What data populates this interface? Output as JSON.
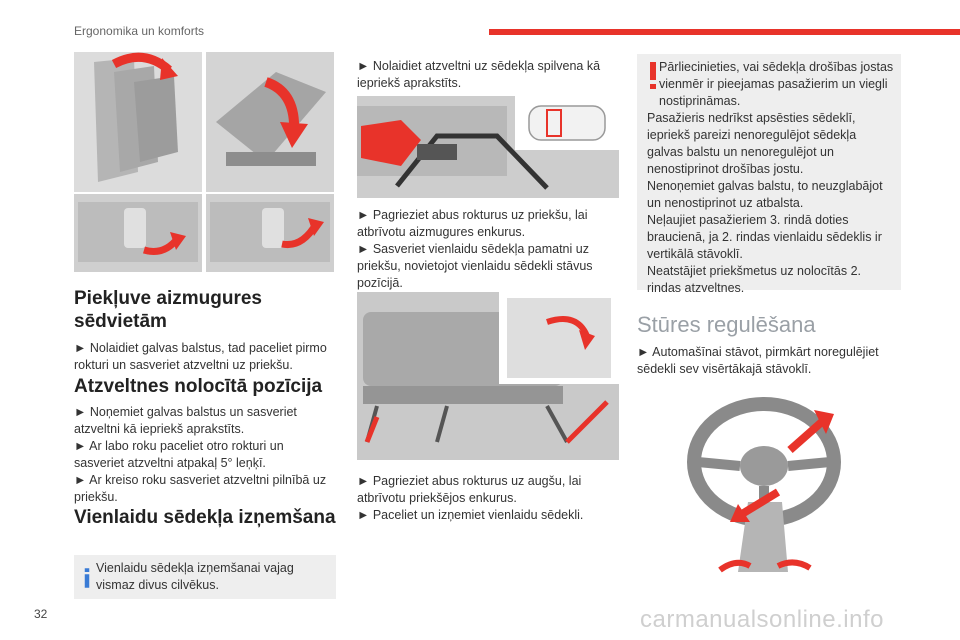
{
  "header": {
    "title": "Ergonomika un komforts"
  },
  "page_number": "32",
  "section_access": {
    "heading": "Piekļuve aizmugures sēdvietām",
    "text": "► Nolaidiet galvas balstus, tad paceliet pirmo rokturi un sasveriet atzveltni uz priekšu."
  },
  "section_folded": {
    "heading": "Atzveltnes nolocītā pozīcija",
    "lines": [
      "► Noņemiet galvas balstus un sasveriet atzveltni kā iepriekš aprakstīts.",
      "► Ar labo roku paceliet otro rokturi un sasveriet atzveltni atpakaļ 5° leņķī.",
      "► Ar kreiso roku sasveriet atzveltni pilnībā uz priekšu."
    ]
  },
  "section_remove": {
    "heading": "Vienlaidu sēdekļa izņemšana",
    "info": "Vienlaidu sēdekļa izņemšanai vajag vismaz divus cilvēkus."
  },
  "col2": {
    "text1": "► Nolaidiet atzveltni uz sēdekļa spilvena kā iepriekš aprakstīts.",
    "text2_lines": [
      "► Pagrieziet abus rokturus uz priekšu, lai atbrīvotu aizmugures enkurus.",
      "► Sasveriet vienlaidu sēdekļa pamatni uz priekšu, novietojot vienlaidu sēdekli stāvus pozīcijā."
    ],
    "text3_lines": [
      "► Pagrieziet abus rokturus uz augšu, lai atbrīvotu priekšējos enkurus.",
      "► Paceliet un izņemiet vienlaidu sēdekli."
    ]
  },
  "warning": {
    "lines": [
      "Pārliecinieties, vai sēdekļa drošības jostas vienmēr ir pieejamas pasažierim un viegli nostiprināmas.",
      "Pasažieris nedrīkst apsēsties sēdeklī, iepriekš pareizi nenoregulējot sēdekļa galvas balstu un nenoregulējot un nenostiprinot drošības jostu.",
      "Nenoņemiet galvas balstu, to neuzglabājot un nenostiprinot uz atbalsta.",
      "Neļaujiet pasažieriem 3. rindā doties braucienā, ja 2. rindas vienlaidu sēdeklis ir vertikālā stāvoklī.",
      "Neatstājiet priekšmetus uz nolocītās 2. rindas atzveltnes."
    ]
  },
  "steering": {
    "heading": "Stūres regulēšana",
    "text": "► Automašīnai stāvot, pirmkārt noregulējiet sēdekli sev visērtākajā stāvoklī."
  },
  "watermark": "carmanualsonline.info",
  "colors": {
    "accent": "#e8332a",
    "info": "#3a7bd5",
    "box": "#eeeeee"
  }
}
